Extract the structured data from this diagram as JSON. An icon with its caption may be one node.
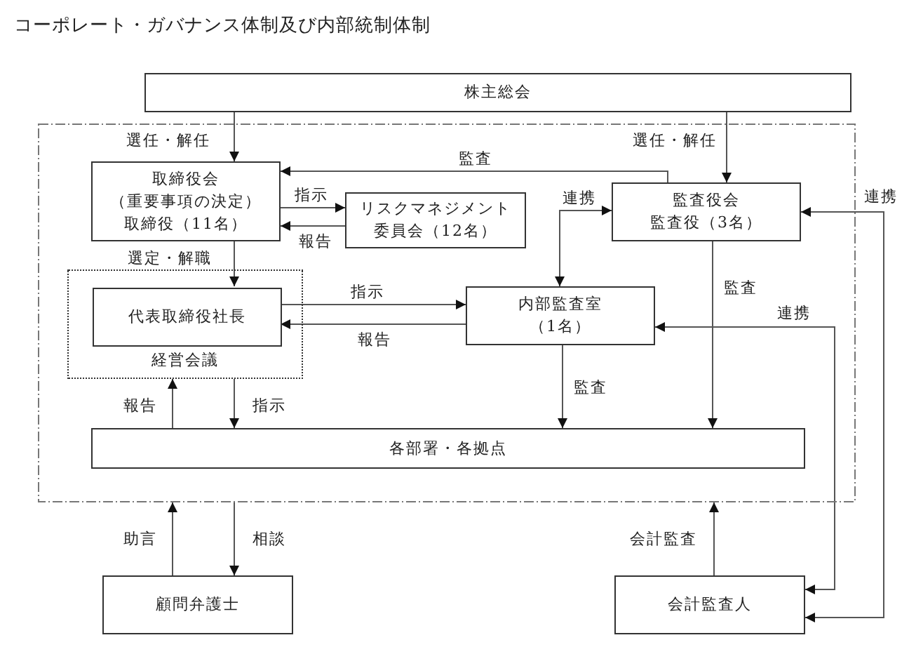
{
  "diagram": {
    "title": "コーポレート・ガバナンス体制及び内部統制体制",
    "nodes": [
      {
        "text": [
          "株主総会"
        ]
      },
      {
        "text": [],
        "shape": "box"
      },
      {
        "text": [
          "取締役会",
          "（重要事項の決定）",
          "取締役（11名）"
        ],
        "in": 1
      },
      {
        "text": [
          "リスクマネジメント委員会（12名）"
        ],
        "in": 1
      },
      {
        "text": [
          "監査役会",
          "監査役（3名）"
        ],
        "in": 1
      },
      {
        "text": [
          "経営会議"
        ],
        "in": 1
      },
      {
        "text": [
          "代表取締役社長"
        ],
        "in": 5
      },
      {
        "text": [
          "内部監査室（1名）"
        ],
        "in": 1
      },
      {
        "text": [
          "各部署・各拠点"
        ],
        "in": 1
      },
      {
        "text": [
          "顧問弁護士"
        ]
      },
      {
        "text": [
          "会計監査人"
        ]
      }
    ],
    "edges": [
      {
        "from": 0,
        "to": 2,
        "arrow": "to",
        "label": "選任・解任"
      },
      {
        "from": 0,
        "to": 4,
        "arrow": "to",
        "label": "選任・解任"
      },
      {
        "from": 2,
        "to": 3,
        "arrow": "to",
        "label": "指示"
      },
      {
        "from": 3,
        "to": 2,
        "arrow": "to",
        "label": "報告"
      },
      {
        "from": 4,
        "to": 2,
        "arrow": "to",
        "label": "監査"
      },
      {
        "from": 2,
        "to": 6,
        "arrow": "to",
        "label": "選定・解職"
      },
      {
        "from": 6,
        "to": 7,
        "arrow": "to",
        "label": "指示"
      },
      {
        "from": 7,
        "to": 6,
        "arrow": "to",
        "label": "報告"
      },
      {
        "from": 4,
        "to": 7,
        "arrow": "both",
        "label": "連携"
      },
      {
        "from": 4,
        "to": 8,
        "arrow": "to",
        "label": "監査"
      },
      {
        "from": 7,
        "to": 8,
        "arrow": "to",
        "label": "監査"
      },
      {
        "from": 5,
        "to": 8,
        "arrow": "to",
        "label": "指示"
      },
      {
        "from": 8,
        "to": 5,
        "arrow": "to",
        "label": "報告"
      },
      {
        "from": 7,
        "to": 10,
        "arrow": "both",
        "label": "連携"
      },
      {
        "from": 4,
        "to": 10,
        "arrow": "both",
        "label": "連携"
      },
      {
        "from": 9,
        "to": 1,
        "arrow": "to",
        "label": "助言"
      },
      {
        "from": 1,
        "to": 9,
        "arrow": "to",
        "label": "相談"
      },
      {
        "from": 10,
        "to": 1,
        "arrow": "to",
        "label": "会計監査"
      }
    ]
  }
}
